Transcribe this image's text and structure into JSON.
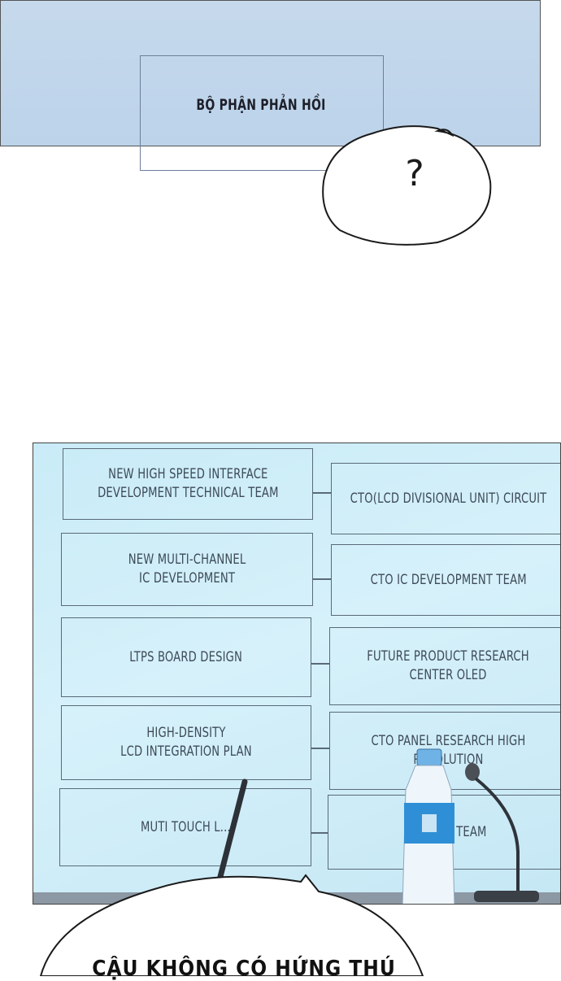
{
  "top_panel": {
    "label": "BỘ PHẬN PHẢN HỒI"
  },
  "speech_bubble_top": {
    "text": "?"
  },
  "org_chart": {
    "left_boxes": [
      "NEW HIGH SPEED INTERFACE\nDEVELOPMENT TECHNICAL TEAM",
      "NEW MULTI-CHANNEL\nIC DEVELOPMENT",
      "LTPS BOARD DESIGN",
      "HIGH-DENSITY\nLCD INTEGRATION PLAN",
      "MUTI TOUCH L..."
    ],
    "right_boxes": [
      "CTO(LCD DIVISIONAL UNIT) CIRCUIT",
      "CTO IC DEVELOPMENT TEAM",
      "FUTURE PRODUCT RESEARCH\nCENTER OLED",
      "CTO PANEL RESEARCH HIGH\nRESOLUTION",
      "...CHNIC TEAM"
    ]
  },
  "speech_bubble_bottom": {
    "text": "CẬU KHÔNG CÓ HỨNG THÚ"
  }
}
